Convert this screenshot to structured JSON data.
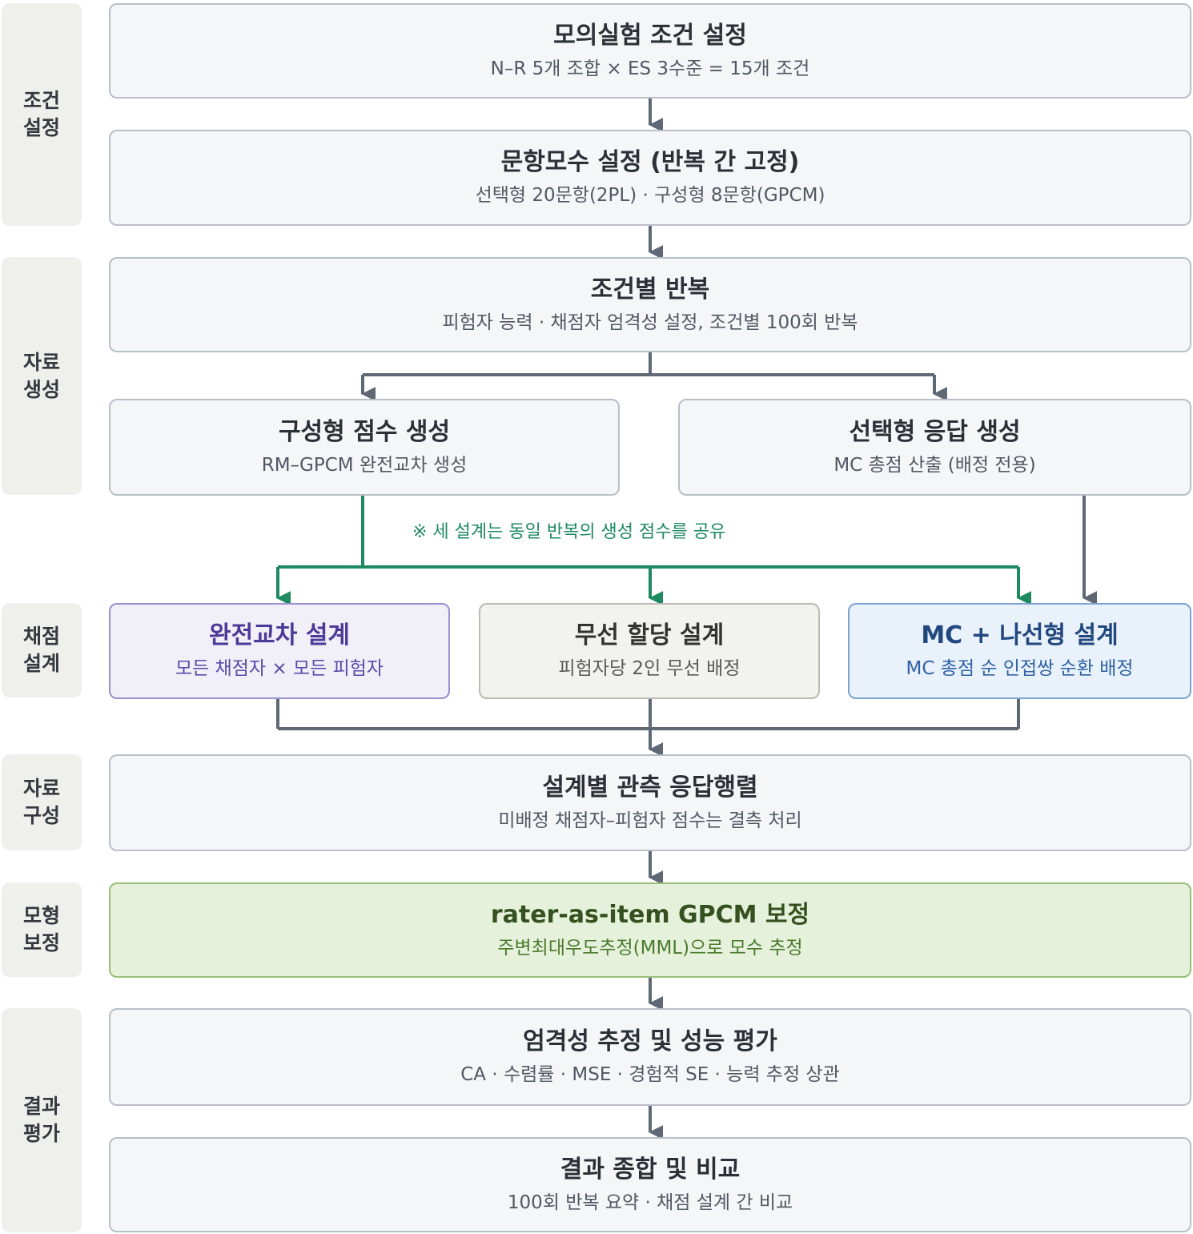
{
  "phases": {
    "p1": [
      "조건",
      "설정"
    ],
    "p2": [
      "자료",
      "생성"
    ],
    "p3": [
      "채점",
      "설계"
    ],
    "p4": [
      "자료",
      "구성"
    ],
    "p5": [
      "모형",
      "보정"
    ],
    "p6": [
      "결과",
      "평가"
    ]
  },
  "steps": {
    "condition": {
      "title": "모의실험 조건 설정",
      "sub": "N–R 5개 조합 × ES 3수준 = 15개 조건"
    },
    "param": {
      "title": "문항모수 설정 (반복 간 고정)",
      "sub": "선택형 20문항(2PL) · 구성형 8문항(GPCM)"
    },
    "replicate": {
      "title": "조건별 반복",
      "sub": "피험자 능력 · 채점자 엄격성 설정, 조건별 100회 반복"
    },
    "cr_score": {
      "title": "구성형 점수 생성",
      "sub": "RM–GPCM 완전교차 생성"
    },
    "mc_response": {
      "title": "선택형 응답 생성",
      "sub": "MC 총점 산출 (배정 전용)"
    },
    "note": "※ 세 설계는 동일 반복의 생성 점수를 공유",
    "full_cross": {
      "title": "완전교차 설계",
      "sub": "모든 채점자 × 모든 피험자"
    },
    "random": {
      "title": "무선 할당 설계",
      "sub": "피험자당 2인 무선 배정"
    },
    "mc_spiral": {
      "title": "MC + 나선형 설계",
      "sub": "MC 총점 순 인접쌍 순환 배정"
    },
    "matrix": {
      "title": "설계별 관측 응답행렬",
      "sub": "미배정 채점자–피험자 점수는 결측 처리"
    },
    "calibration": {
      "title": "rater-as-item GPCM 보정",
      "sub": "주변최대우도추정(MML)으로 모수 추정"
    },
    "evaluation": {
      "title": "엄격성 추정 및 성능 평가",
      "sub": "CA · 수렴률 · MSE · 경험적 SE · 능력 추정 상관"
    },
    "summary": {
      "title": "결과 종합 및 비교",
      "sub": "100회 반복 요약 · 채점 설계 간 비교"
    }
  },
  "colors": {
    "connector": "#5f6875",
    "shared_connector": "#1e8a62",
    "purple": "#9a8fcf",
    "blue": "#7ea3d2",
    "green": "#97bf78"
  }
}
